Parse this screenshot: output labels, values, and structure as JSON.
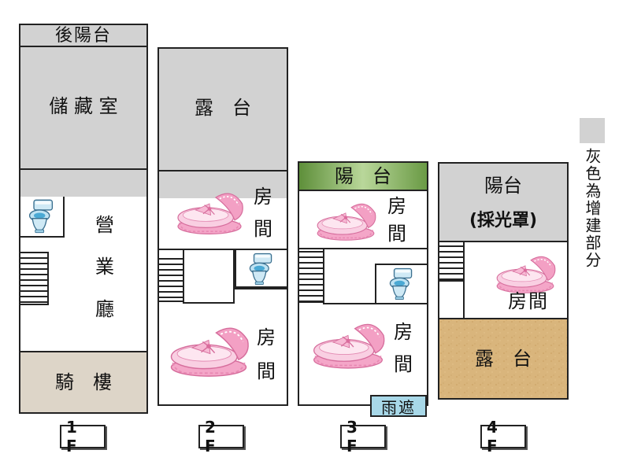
{
  "floors": {
    "f1": {
      "tag": "1 F",
      "back_balcony": "後陽台",
      "storage": "儲 藏 室",
      "business_hall": [
        "營",
        "業",
        "廳"
      ],
      "arcade": "騎　樓"
    },
    "f2": {
      "tag": "2 F",
      "terrace": "露　台",
      "room_upper": [
        "房",
        "間"
      ],
      "room_lower": [
        "房",
        "間"
      ]
    },
    "f3": {
      "tag": "3 F",
      "balcony": "陽　台",
      "room_upper": [
        "房",
        "間"
      ],
      "room_lower": [
        "房",
        "間"
      ],
      "rain_shelter": "雨遮"
    },
    "f4": {
      "tag": "4 F",
      "balcony_line1": "陽台",
      "balcony_line2": "(採光罩)",
      "room": "房間",
      "terrace": "露　台"
    }
  },
  "legend": {
    "text": "灰色為增建部分"
  },
  "colors": {
    "added_gray": "#d2d2d2",
    "arcade_tan": "#ddd5c8",
    "balcony_green": "#7faa5a",
    "terrace_wood": "#d6b27a",
    "rain_blue": "#a8d8e8",
    "wall": "#222222"
  },
  "icons": {
    "toilet": "toilet-icon",
    "crib": "crib-icon"
  }
}
